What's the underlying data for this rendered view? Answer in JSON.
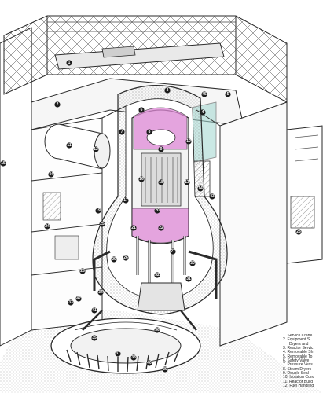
{
  "legend": {
    "items": [
      "1. Service Crane",
      "2. Equipment S",
      "Dryers and",
      "3. Reactor Servic",
      "4. Removable Sh",
      "5. Removable To",
      "6. Safety Valve",
      "7. Pressure Vess",
      "8. Steam Dryers",
      "9. Double Seal",
      "10. Isolation Cond",
      "11. Reactor Build",
      "12. Fuel Handling"
    ]
  },
  "callouts": [
    "1",
    "2",
    "3",
    "4",
    "5",
    "6",
    "7",
    "8",
    "9",
    "10",
    "11",
    "12",
    "13",
    "14",
    "15",
    "16",
    "17",
    "18",
    "19",
    "20",
    "21",
    "22",
    "23",
    "24",
    "25",
    "26",
    "27",
    "28",
    "29",
    "30",
    "31",
    "32",
    "33",
    "34",
    "35",
    "36",
    "37",
    "38",
    "39",
    "40",
    "41",
    "42",
    "43",
    "44",
    "45"
  ],
  "colors": {
    "line": "#2a2a2a",
    "highlight": "#e08ad8",
    "stipple": "#bdbdbd",
    "teal": "#9fd6cf"
  }
}
